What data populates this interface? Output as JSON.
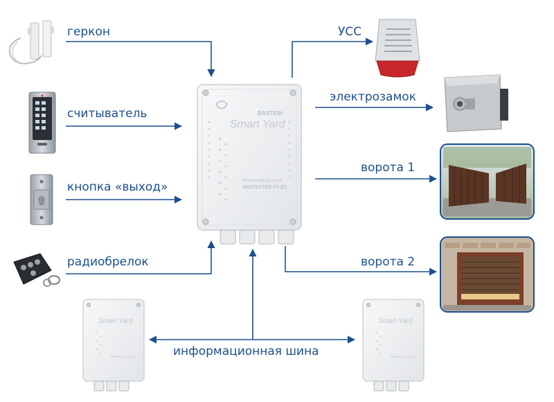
{
  "inputs": {
    "reed_switch": "геркон",
    "reader": "считыватель",
    "exit_button": "кнопка «выход»",
    "remote": "радиобрелок"
  },
  "outputs": {
    "siren": "УСС",
    "electric_lock": "электрозамок",
    "gate_1": "ворота 1",
    "gate_2": "ворота 2"
  },
  "bus_label": "информационная шина",
  "controller": {
    "brand": "BASTION",
    "product_line": "Smart Yard",
    "model": "BEEFEATER ST-2/1",
    "caption": "Контроллер доступа"
  },
  "colors": {
    "arrow": "#1c4f8c",
    "label": "#1c4f8c",
    "device_body": "#eef0f2",
    "device_edge": "#c9cdd2",
    "siren_red": "#c8262a",
    "gate_brown": "#5a3523"
  },
  "icons": [
    "reed-switch-icon",
    "card-reader-icon",
    "exit-button-icon",
    "key-fob-icon",
    "siren-icon",
    "electric-lock-icon",
    "swing-gate-icon",
    "garage-door-icon",
    "controller-box-icon"
  ]
}
